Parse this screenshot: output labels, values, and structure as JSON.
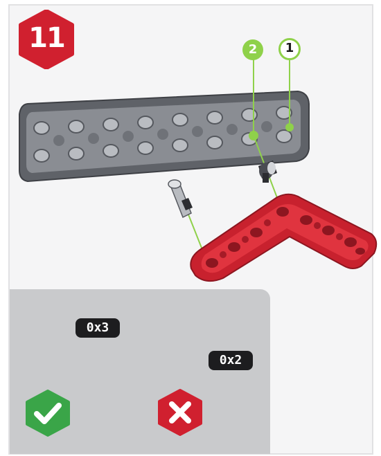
{
  "step": {
    "number": "11"
  },
  "callouts": [
    {
      "label": "1"
    },
    {
      "label": "2"
    }
  ],
  "parts": [
    {
      "quantity": "0x3",
      "status": "correct",
      "icon": "check-icon"
    },
    {
      "quantity": "0x2",
      "status": "incorrect",
      "icon": "x-icon"
    }
  ],
  "colors": {
    "step_badge": "#d0202f",
    "callout_accent": "#8fd14a",
    "beam_gray": "#5f6268",
    "beam_red": "#c8212e",
    "check_green": "#3aa548",
    "cross_red": "#d0202f",
    "panel": "#c9cacc"
  }
}
